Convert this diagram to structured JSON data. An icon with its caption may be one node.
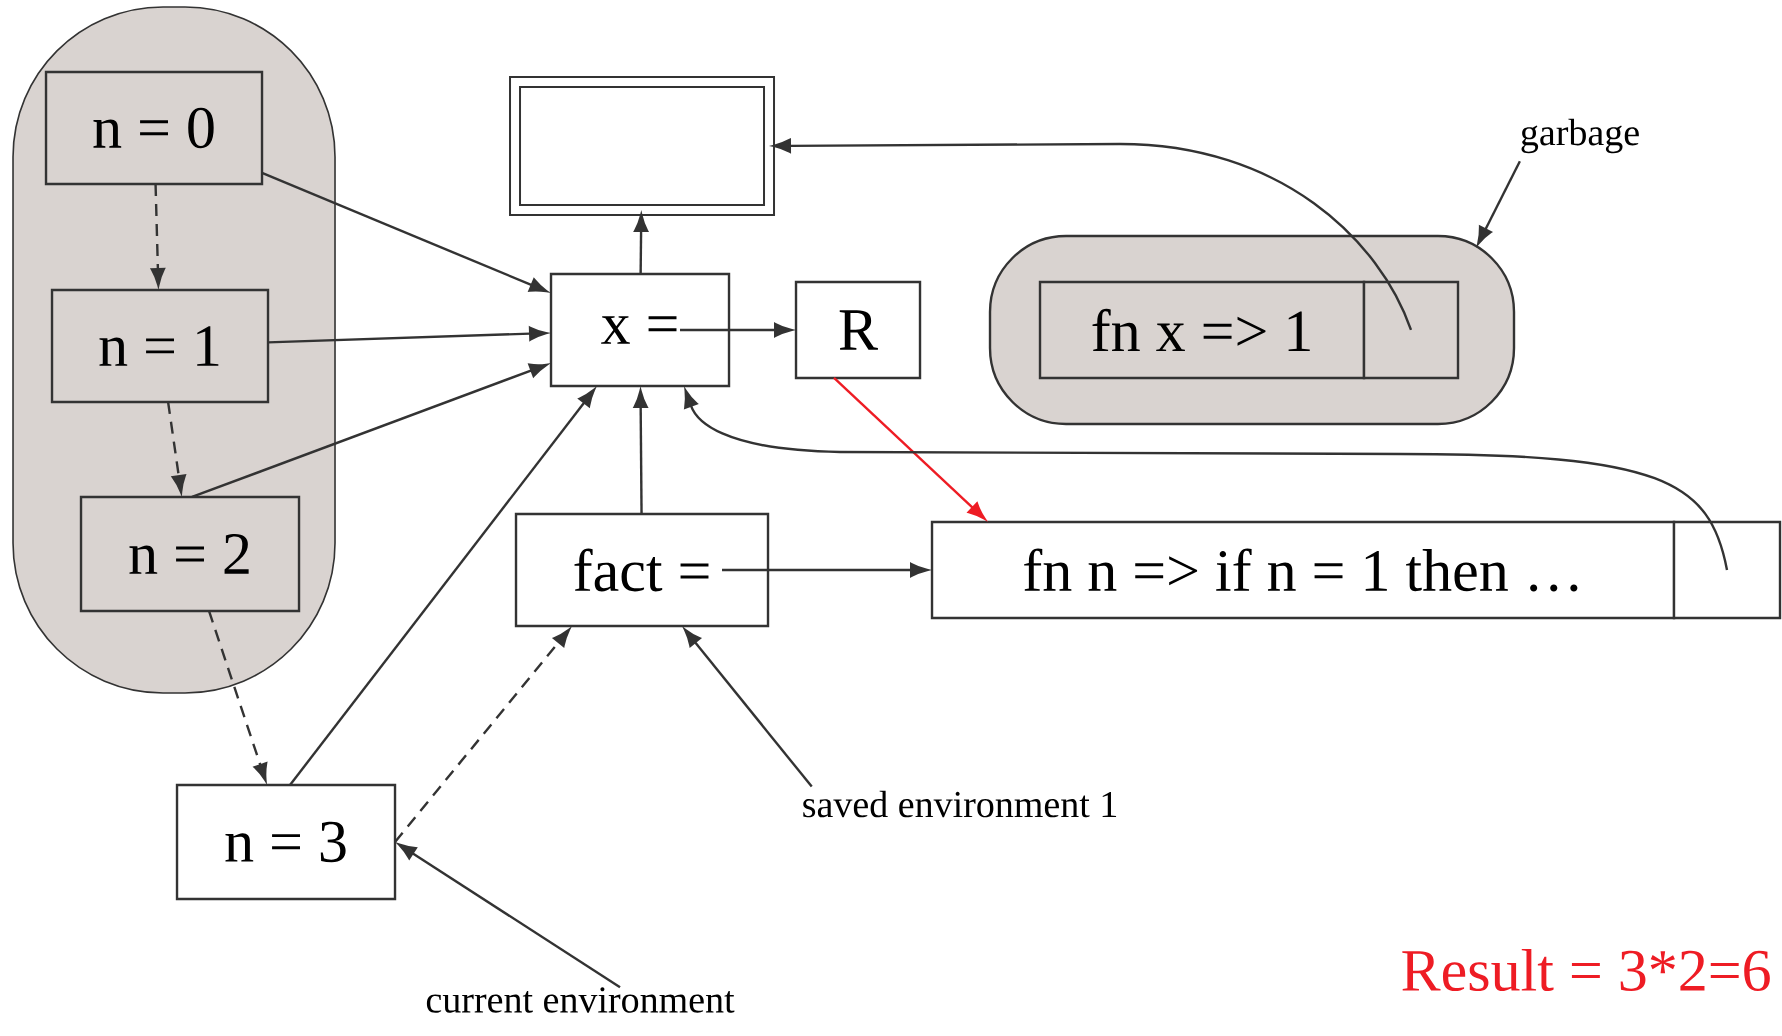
{
  "diagram": {
    "nodes": [
      {
        "text": [],
        "shape": "box"
      },
      {
        "text": [
          "n = 0"
        ],
        "in": 0
      },
      {
        "text": [
          "n = 1"
        ],
        "in": 0
      },
      {
        "text": [
          "n = 2"
        ],
        "in": 0
      },
      {
        "text": [
          "n = 3"
        ]
      },
      {
        "text": [],
        "shape": "box"
      },
      {
        "text": [
          "x ="
        ]
      },
      {
        "text": [
          "R"
        ]
      },
      {
        "text": [
          "fact ="
        ]
      },
      {
        "text": [],
        "shape": "box"
      },
      {
        "text": [
          "fn x => 1"
        ],
        "in": 9
      },
      {
        "text": [],
        "shape": "box",
        "in": 9
      },
      {
        "text": [
          "fn n => if n = 1 then …"
        ]
      },
      {
        "text": [],
        "shape": "box"
      },
      {
        "text": [
          "garbage"
        ]
      },
      {
        "text": [
          "saved environment 1"
        ]
      },
      {
        "text": [
          "current environment"
        ]
      }
    ],
    "edges": [
      {
        "from": 1,
        "to": 2,
        "arrow": "to",
        "style": "dashed"
      },
      {
        "from": 2,
        "to": 3,
        "arrow": "to",
        "style": "dashed"
      },
      {
        "from": 3,
        "to": 4,
        "arrow": "to",
        "style": "dashed"
      },
      {
        "from": 4,
        "to": 8,
        "arrow": "to",
        "style": "dashed"
      },
      {
        "from": 1,
        "to": 6,
        "arrow": "to"
      },
      {
        "from": 2,
        "to": 6,
        "arrow": "to"
      },
      {
        "from": 3,
        "to": 6,
        "arrow": "to"
      },
      {
        "from": 4,
        "to": 6,
        "arrow": "to"
      },
      {
        "from": 6,
        "to": 5,
        "arrow": "to"
      },
      {
        "from": 8,
        "to": 6,
        "arrow": "to"
      },
      {
        "from": 6,
        "to": 7,
        "arrow": "to"
      },
      {
        "from": 8,
        "to": 12,
        "arrow": "to"
      },
      {
        "from": 7,
        "to": 12,
        "arrow": "to",
        "color": "#ee1c24"
      },
      {
        "from": 11,
        "to": 5,
        "arrow": "to"
      },
      {
        "from": 13,
        "to": 6,
        "arrow": "to"
      },
      {
        "from": 14,
        "to": 9,
        "arrow": "to"
      },
      {
        "from": 15,
        "to": 8,
        "arrow": "to"
      },
      {
        "from": 16,
        "to": 4,
        "arrow": "to"
      }
    ],
    "labels": [
      "Result = 3*2=6"
    ]
  }
}
